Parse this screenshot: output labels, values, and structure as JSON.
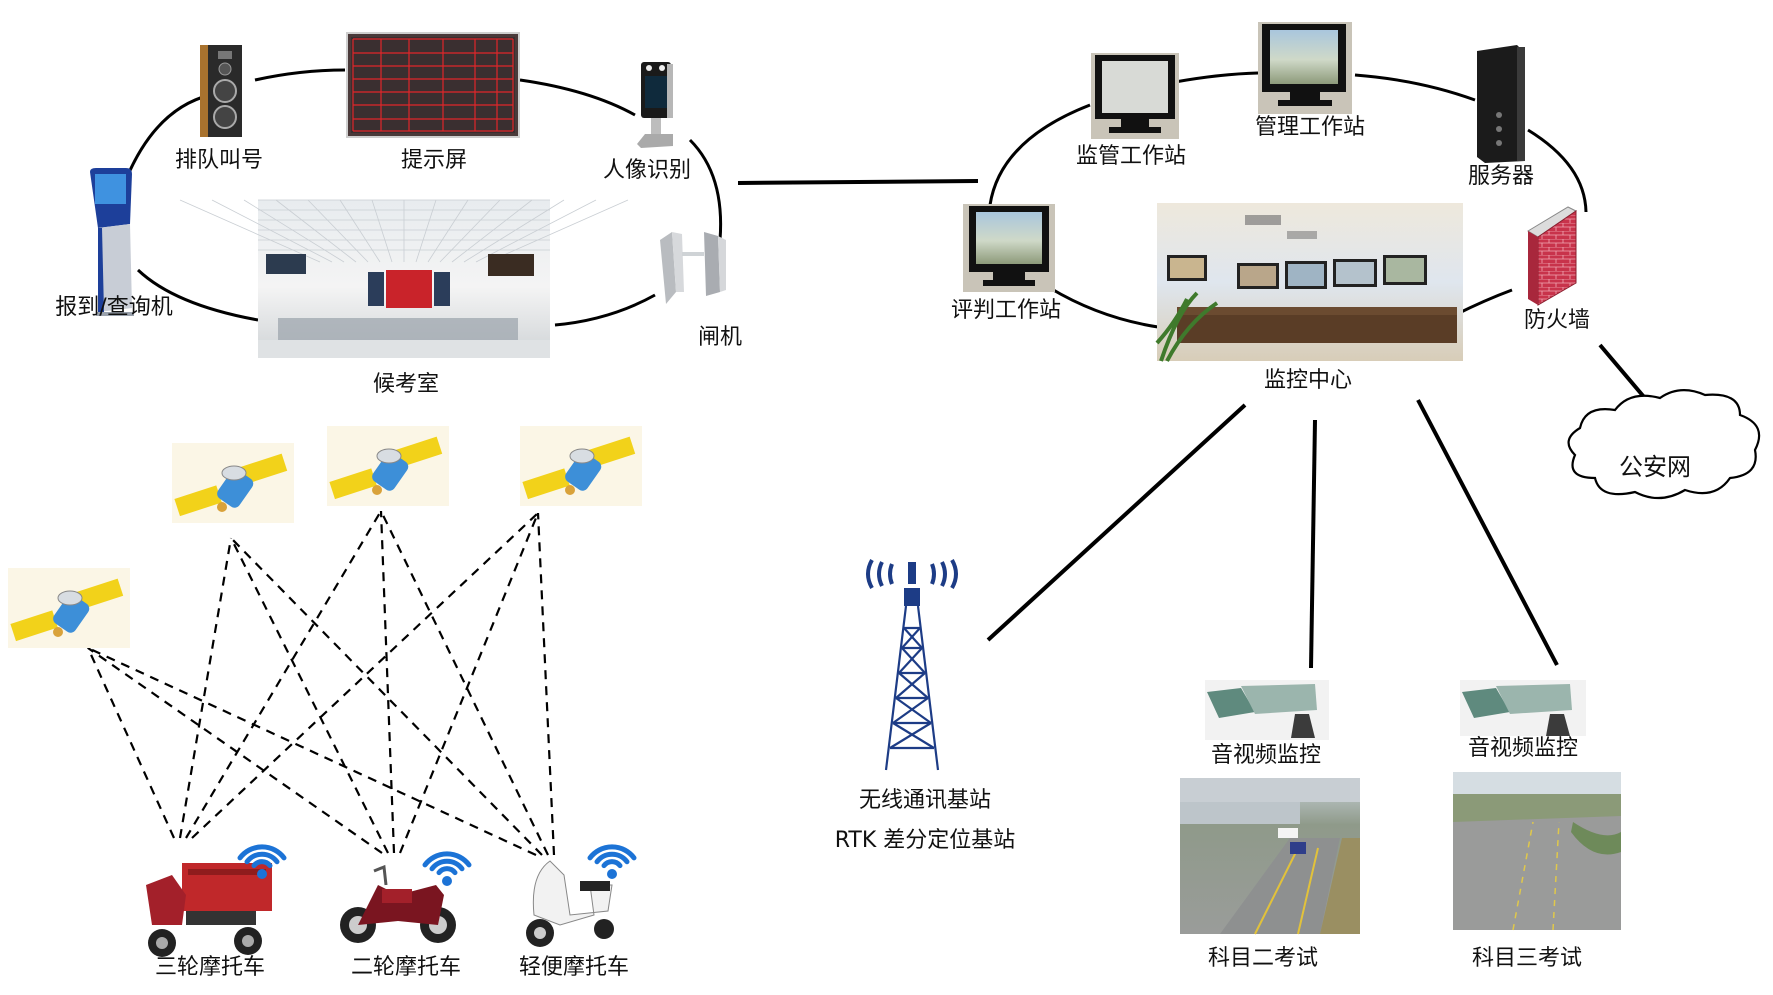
{
  "title": "摩托车驾驶人考试系统网络拓扑图",
  "colors": {
    "line": "#000000",
    "led_red": "#e0262a",
    "satellite_panel": "#f2d21a",
    "satellite_body": "#3d8fd8",
    "wifi_blue": "#1c73d6",
    "tower_blue": "#1d3c86",
    "firewall_red": "#c8334b",
    "kiosk_blue": "#1d3f9a"
  },
  "waiting_area": {
    "nodes": [
      {
        "id": "kiosk",
        "label": "报到/查询机",
        "icon": "kiosk-icon"
      },
      {
        "id": "queue",
        "label": "排队叫号",
        "icon": "speaker-icon"
      },
      {
        "id": "screen",
        "label": "提示屏",
        "icon": "led-screen-icon"
      },
      {
        "id": "face",
        "label": "人像识别",
        "icon": "face-recognition-icon"
      },
      {
        "id": "gate",
        "label": "闸机",
        "icon": "turnstile-gate-icon"
      },
      {
        "id": "room",
        "label": "候考室",
        "icon": "waiting-room-photo"
      }
    ]
  },
  "control_area": {
    "nodes": [
      {
        "id": "judge",
        "label": "评判工作站",
        "icon": "monitor-icon"
      },
      {
        "id": "supervise",
        "label": "监管工作站",
        "icon": "monitor-icon"
      },
      {
        "id": "manage",
        "label": "管理工作站",
        "icon": "monitor-icon"
      },
      {
        "id": "server",
        "label": "服务器",
        "icon": "server-icon"
      },
      {
        "id": "firewall",
        "label": "防火墙",
        "icon": "firewall-icon"
      },
      {
        "id": "center",
        "label": "监控中心",
        "icon": "control-center-photo"
      }
    ],
    "police_net": "公安网"
  },
  "base_station": {
    "line1": "无线通讯基站",
    "line2": "RTK 差分定位基站"
  },
  "exam_sites": [
    {
      "camera_label": "音视频监控",
      "label": "科目二考试"
    },
    {
      "camera_label": "音视频监控",
      "label": "科目三考试"
    }
  ],
  "satellites": [
    {
      "id": "sat1"
    },
    {
      "id": "sat2"
    },
    {
      "id": "sat3"
    },
    {
      "id": "sat4"
    }
  ],
  "vehicles": [
    {
      "label": "三轮摩托车",
      "color": "#c0282a"
    },
    {
      "label": "二轮摩托车",
      "color": "#a3202a"
    },
    {
      "label": "轻便摩托车",
      "color": "#f2f2f2"
    }
  ]
}
